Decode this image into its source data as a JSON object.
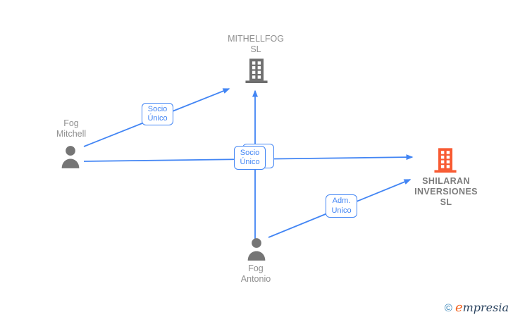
{
  "colors": {
    "edge-color": "#4285f4",
    "label-border": "#4285f4",
    "label-text": "#4285f4",
    "node-text": "#8f8f8f",
    "company-bold-text": "#7b7b7b",
    "person-icon": "#757575",
    "building-gray": "#6e6e6e",
    "building-orange": "#f85a32",
    "logo-copyright": "#2e7fb5",
    "logo-e": "#f26522",
    "logo-rest": "#29425e",
    "canvas-bg": "#ffffff"
  },
  "nodes": {
    "mithellfog": {
      "type": "company",
      "name_lines": [
        "MITHELLFOG",
        "SL"
      ]
    },
    "fog_mitchell": {
      "type": "person",
      "name_lines": [
        "Fog",
        "Mitchell"
      ]
    },
    "shilaran": {
      "type": "company",
      "name_lines": [
        "SHILARAN",
        "INVERSIONES",
        "SL"
      ]
    },
    "fog_antonio": {
      "type": "person",
      "name_lines": [
        "Fog",
        "Antonio"
      ]
    }
  },
  "edges": [
    {
      "from": "Fog Mitchell",
      "to": "MITHELLFOG SL",
      "label_lines": [
        "Socio",
        "Único"
      ]
    },
    {
      "from": "Fog Mitchell",
      "to": "SHILARAN INVERSIONES SL",
      "label_lines": [
        "Socio",
        "Único"
      ]
    },
    {
      "from": "Fog Antonio",
      "to": "MITHELLFOG SL",
      "label_lines": []
    },
    {
      "from": "Fog Antonio",
      "to": "SHILARAN INVERSIONES SL",
      "label_lines": [
        "Adm.",
        "Unico"
      ]
    }
  ],
  "footer": {
    "copyright_symbol": "©",
    "brand_lead": "e",
    "brand_rest": "mpresia"
  }
}
